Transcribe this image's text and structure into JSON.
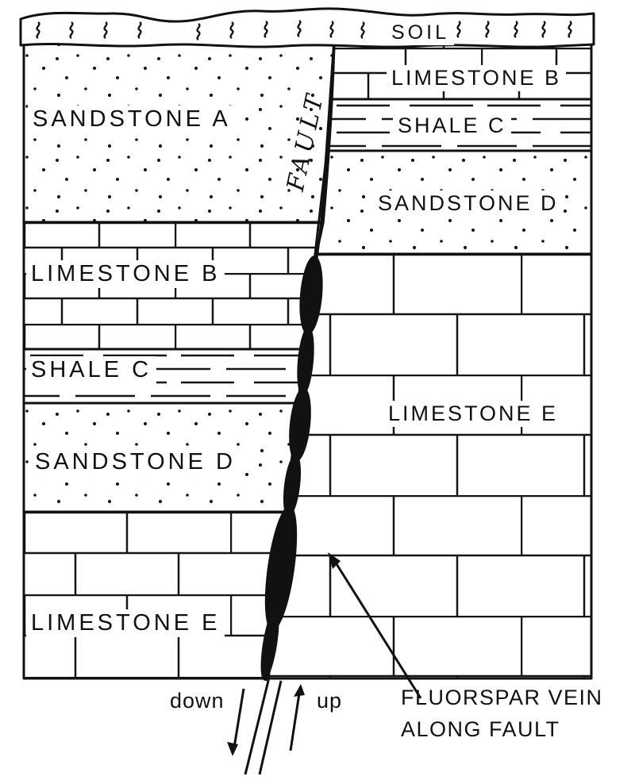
{
  "section": {
    "soil_label": "SOIL",
    "fault_label": "FAULT",
    "left_block": {
      "layers": [
        {
          "label": "SANDSTONE A",
          "lithology": "sandstone-dots"
        },
        {
          "label": "LIMESTONE B",
          "lithology": "limestone-bricks"
        },
        {
          "label": "SHALE C",
          "lithology": "shale-dashes"
        },
        {
          "label": "SANDSTONE D",
          "lithology": "sandstone-dots"
        },
        {
          "label": "LIMESTONE E",
          "lithology": "limestone-bricks"
        }
      ]
    },
    "right_block": {
      "layers": [
        {
          "label": "LIMESTONE B",
          "lithology": "limestone-bricks"
        },
        {
          "label": "SHALE C",
          "lithology": "shale-dashes"
        },
        {
          "label": "SANDSTONE D",
          "lithology": "sandstone-dots"
        },
        {
          "label": "LIMESTONE E",
          "lithology": "limestone-bricks"
        }
      ]
    },
    "annotations": {
      "down_label": "down",
      "up_label": "up",
      "vein_caption_line1": "FLUORSPAR VEIN",
      "vein_caption_line2": "ALONG FAULT"
    },
    "colors": {
      "ink": "#111111",
      "paper": "#ffffff",
      "vein_fill": "#111111"
    }
  }
}
